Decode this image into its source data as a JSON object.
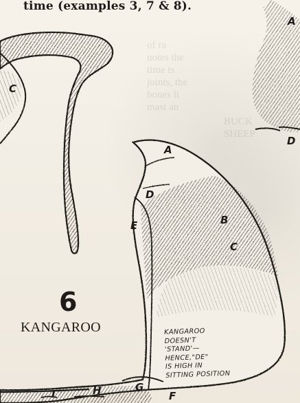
{
  "top_caption": "time (examples 3, 7 & 8).",
  "figure_number": "6",
  "figure_title": "KANGAROO",
  "labels": {
    "A_top_right": "A",
    "A_main": "A",
    "B": "B",
    "C_left": "C",
    "C_main": "C",
    "D_right": "D",
    "D_main": "D",
    "E": "E",
    "F": "F",
    "G": "G",
    "H": "H",
    "I": "I"
  },
  "note_lines": [
    "KANGAROO",
    "DOESN'T",
    "'STAND'—",
    "HENCE,\"DE\"",
    "IS HIGH IN",
    "SITTING POSITION"
  ],
  "colors": {
    "ink": "#1f1b18",
    "paper": "#f3efe7"
  }
}
